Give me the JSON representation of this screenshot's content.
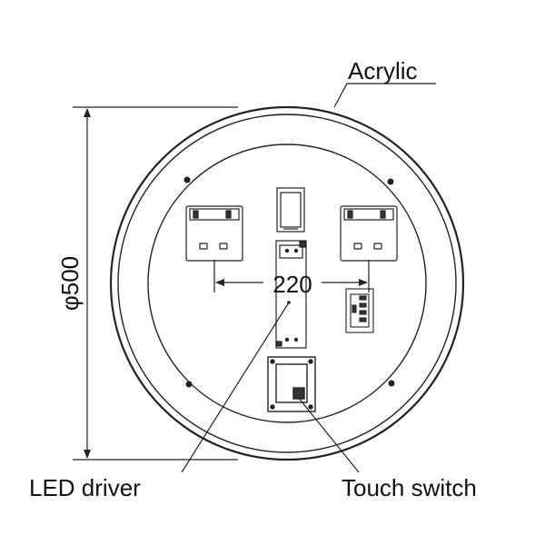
{
  "diagram": {
    "labels": {
      "acrylic": "Acrylic",
      "diameter": "φ500",
      "spacing": "220",
      "led_driver": "LED driver",
      "touch_switch": "Touch switch"
    },
    "colors": {
      "stroke": "#222222",
      "fill_dark": "#333333",
      "text": "#111111",
      "background": "#ffffff"
    }
  }
}
